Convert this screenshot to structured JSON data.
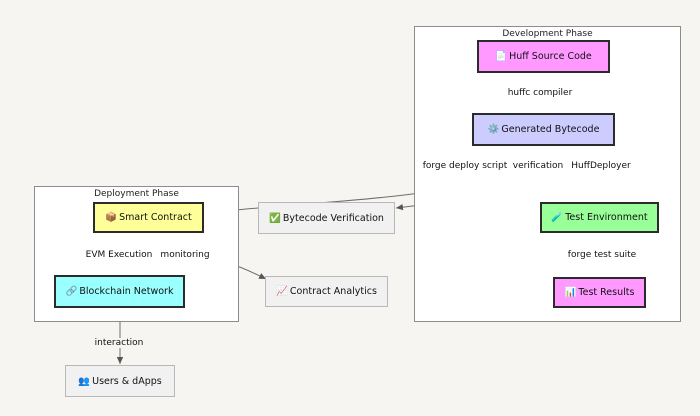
{
  "clusters": {
    "development": {
      "title": "Development Phase"
    },
    "deployment": {
      "title": "Deployment Phase"
    }
  },
  "nodes": {
    "huff_source": {
      "icon": "📄",
      "label": "Huff Source Code",
      "fill": "#ff99ff"
    },
    "bytecode": {
      "icon": "⚙️",
      "label": "Generated Bytecode",
      "fill": "#ccccff"
    },
    "test_env": {
      "icon": "🧪",
      "label": "Test Environment",
      "fill": "#99ff99"
    },
    "test_results": {
      "icon": "📊",
      "label": "Test Results",
      "fill": "#ff99ff"
    },
    "verification": {
      "icon": "✅",
      "label": "Bytecode Verification"
    },
    "smart_contract": {
      "icon": "📦",
      "label": "Smart Contract",
      "fill": "#ffff99"
    },
    "blockchain": {
      "icon": "🔗",
      "label": "Blockchain Network",
      "fill": "#99ffff"
    },
    "analytics": {
      "icon": "📈",
      "label": "Contract Analytics"
    },
    "users": {
      "icon": "👥",
      "label": "Users & dApps"
    }
  },
  "edges": {
    "huffc": "huffc compiler",
    "forge_deploy": "forge deploy script",
    "verification": "verification",
    "huff_deployer": "HuffDeployer",
    "forge_test": "forge test suite",
    "evm": "EVM Execution",
    "monitoring": "monitoring",
    "interaction": "interaction"
  }
}
